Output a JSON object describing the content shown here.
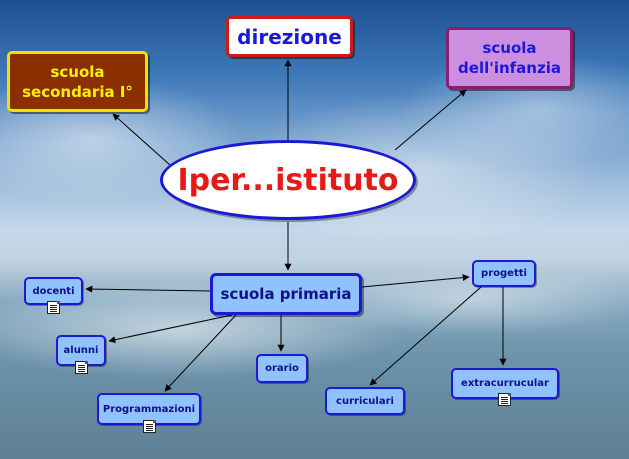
{
  "map": {
    "center": "Iper...istituto",
    "direzione": "direzione",
    "secondaria": [
      "scuola",
      "secondaria I°"
    ],
    "infanzia": [
      "scuola",
      "dell'infanzia"
    ],
    "primaria": "scuola primaria",
    "docenti": "docenti",
    "alunni": "alunni",
    "programmazioni": "Programmazioni",
    "orario": "orario",
    "progetti": "progetti",
    "curriculari": "curriculari",
    "extracurricular": "extracurrucular"
  },
  "icons": {
    "docenti": "document-icon",
    "alunni": "document-icon",
    "programmazioni": "document-icon",
    "extracurricular": "document-icon"
  },
  "colors": {
    "center_text": "#e41b17",
    "center_border": "#1a1ad6",
    "direzione_border": "#d01a1a",
    "secondaria_fill": "#8b2e00",
    "secondaria_text": "#fff200",
    "infanzia_fill": "#cc8fe0",
    "node_fill": "#8fc2ff",
    "node_text": "#10108a"
  }
}
